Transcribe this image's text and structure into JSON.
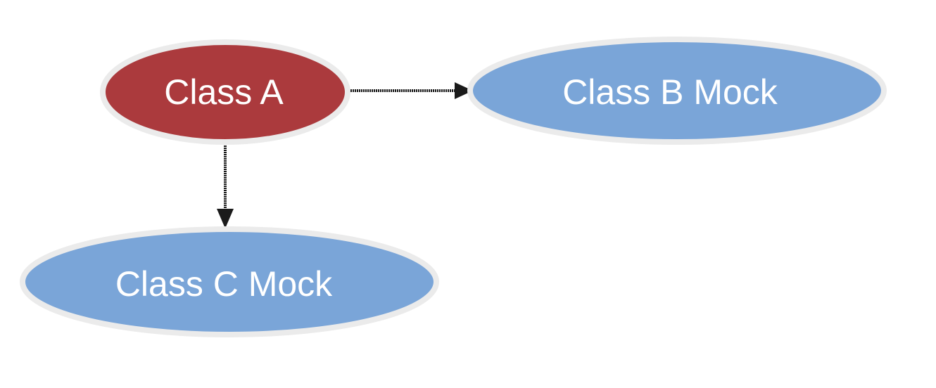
{
  "diagram": {
    "nodes": {
      "class_a": {
        "label": "Class A",
        "fill": "#ab3a3d"
      },
      "class_b": {
        "label": "Class B Mock",
        "fill": "#7aa5d8"
      },
      "class_c": {
        "label": "Class C Mock",
        "fill": "#7aa5d8"
      }
    },
    "edges": [
      {
        "from": "Class A",
        "to": "Class B Mock",
        "style": "dotted-arrow"
      },
      {
        "from": "Class A",
        "to": "Class C Mock",
        "style": "dotted-arrow"
      }
    ],
    "outline_color": "#ebebeb",
    "edge_color": "#1a1a1a",
    "background": "#ffffff"
  }
}
